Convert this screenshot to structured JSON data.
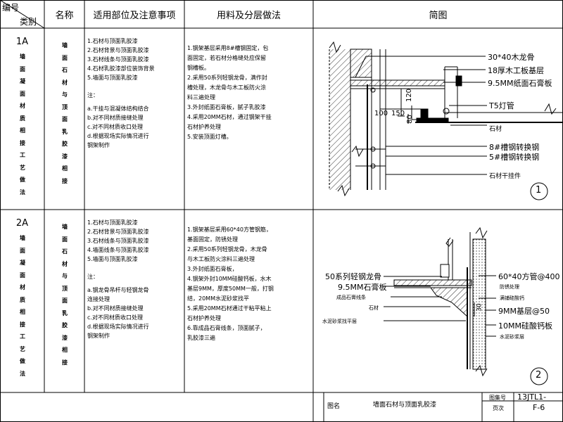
{
  "header": {
    "code_label_top": "编号",
    "code_label_bottom": "类别",
    "name": "名称",
    "parts": "适用部位及注意事项",
    "method": "用料及分层做法",
    "sketch": "简图"
  },
  "rows": [
    {
      "code": "1A",
      "category": [
        "墙",
        "面",
        "凝",
        "面",
        "材",
        "质",
        "相",
        "接",
        "工",
        "艺",
        "做",
        "法"
      ],
      "name": [
        "墙",
        "面",
        "石",
        "材",
        "与",
        "顶",
        "面",
        "乳",
        "胶",
        "漆",
        "相",
        "接"
      ],
      "notes": [
        "1.石材与顶面乳胶漆",
        "2.石材背景与顶面乳胶漆",
        "3.石材线条与顶面乳胶漆",
        "4.石材乳胶漆部位装饰背景",
        "5.墙面与顶面乳胶漆"
      ],
      "note_head": "注：",
      "sub_notes": [
        "a.干挂与混凝体结构结合",
        "b.对不同材质接缝处理",
        "c.对不同材质收口处理",
        "d.根据现场实际情况进行",
        "      钢架制作"
      ],
      "method": [
        "1.钢架基层采用8#槽钢固定，包",
        "   面固定，若石材分格缝处应保留",
        "   钢槽板。",
        "2.采用50系列轻钢龙骨，满作封",
        "   槽处理，木龙骨与木工板防火涂",
        "   料三遍处理",
        "3.外封纸面石膏板，腻子乳胶漆",
        "4.采用20MM石材，通过钢架干挂",
        "   石材护养处理",
        "5.安装顶面灯槽。"
      ],
      "circle": "1"
    },
    {
      "code": "2A",
      "category": [
        "墙",
        "面",
        "凝",
        "面",
        "材",
        "质",
        "相",
        "接",
        "工",
        "艺",
        "做",
        "法"
      ],
      "name": [
        "墙",
        "面",
        "石",
        "材",
        "与",
        "顶",
        "面",
        "乳",
        "胶",
        "漆",
        "相",
        "接"
      ],
      "notes": [
        "1.石材与顶面乳胶漆",
        "2.石材背景与顶面乳胶漆",
        "3.石材线条与顶面乳胶漆",
        "4.墙面线条与顶面乳胶漆",
        "5.墙面与顶面乳胶漆"
      ],
      "note_head": "注：",
      "sub_notes": [
        "a.钢龙骨吊杆与轻钢龙骨",
        "   连接处理",
        "b.对不同材质接缝处理",
        "c.对不同材质收口处理",
        "d.根据现场实际情况进行",
        "      钢架制作"
      ],
      "method": [
        "1.钢架基层采用60*40方管钢筋，",
        "   基面固定，防锈处理",
        "2.采用50系列轻钢龙骨，木龙骨",
        "   与木工板防火涂料三遍处理",
        "3.外封纸面石膏板，",
        "4.钢架外封10MM硅酸钙板，水木",
        "   基层9MM，厚度50MM一般，打钢",
        "   结，20MM水泥砂浆找平",
        "5.采用20MM石材通过干粘平粘上",
        "   石材护养处理",
        "6.靠成品石膏线条，顶面腻子，",
        "   乳胶漆三遍"
      ],
      "circle": "2"
    }
  ],
  "sketch1": {
    "labels": [
      "30*40木龙骨",
      "18厚木工板基层",
      "9.5MM纸面石膏板",
      "T5灯管",
      "石材",
      "8#槽钢转换钢",
      "5#槽钢转换钢",
      "石材干挂件"
    ],
    "dims": [
      "120",
      "100",
      "150",
      "80"
    ]
  },
  "sketch2": {
    "labels_left": [
      "50系列轻钢龙骨",
      "9.5MM石膏板",
      "成品石膏线条",
      "石材",
      "水泥砂浆找平层"
    ],
    "labels_right": [
      "60*40方管@400",
      "防锈处理",
      "满铺硅酸钙",
      "9MM基层@50",
      "10MM硅酸钙板",
      "水泥砂浆层"
    ],
    "dims": [
      "30"
    ]
  },
  "footer": {
    "title_label": "图名",
    "title": "墙面石材与顶面乳胶漆",
    "sheet_no_label": "图集号",
    "sheet_no": "13JTL1-",
    "page_label": "页次",
    "page": "F-6"
  }
}
